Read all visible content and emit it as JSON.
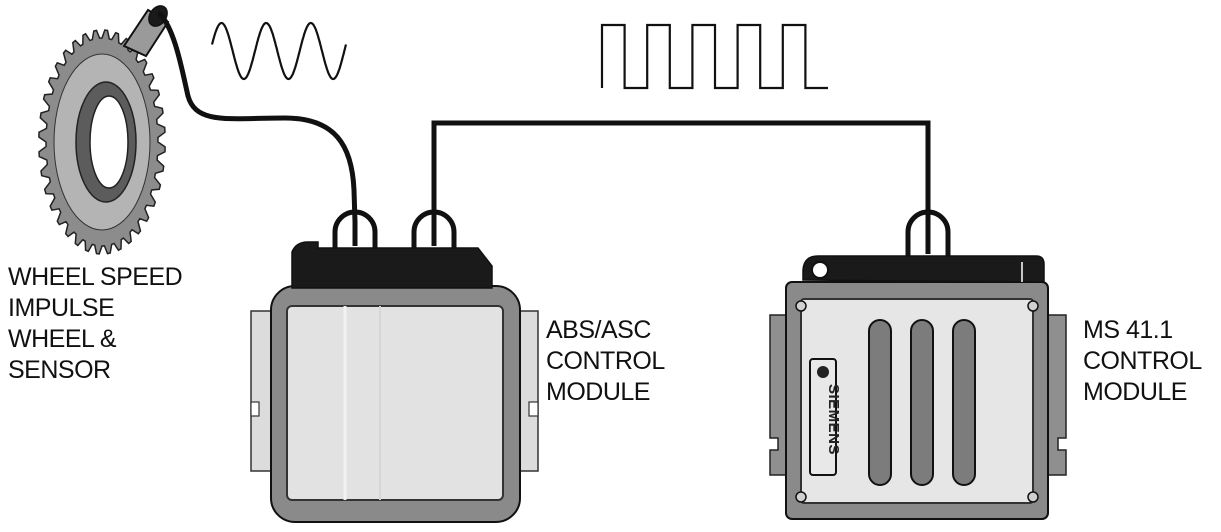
{
  "labels": {
    "wheel_sensor": [
      "WHEEL SPEED",
      "IMPULSE",
      "WHEEL &",
      "SENSOR"
    ],
    "abs_module": [
      "ABS/ASC",
      "CONTROL",
      "MODULE"
    ],
    "ms_module": [
      "MS 41.1",
      "CONTROL",
      "MODULE"
    ],
    "brand": "SIEMENS"
  },
  "signals": {
    "sine_cycles": 3,
    "square_pulses": 5
  },
  "colors": {
    "line": "#111111",
    "module_fill": "#e2e2e2",
    "module_frame": "#8a8a8a",
    "bracket": "#bdbdbd",
    "connector_cap": "#1a1a1a"
  }
}
